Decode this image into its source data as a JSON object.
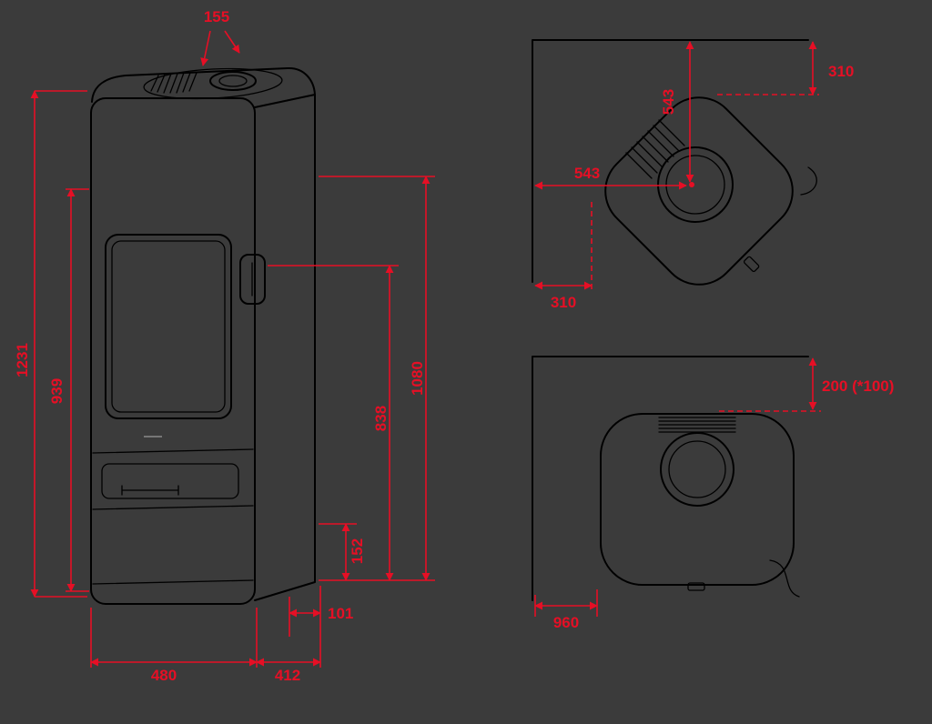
{
  "colors": {
    "background": "#3b3b3b",
    "line": "#000000",
    "dimension": "#e60f25"
  },
  "front_view": {
    "flue_diameter": "155",
    "total_height": "1231",
    "left_height": "939",
    "right_inner_height": "838",
    "right_outer_height": "1080",
    "base_height": "152",
    "bottom_offset": "101",
    "width": "480",
    "depth": "412"
  },
  "top_view": {
    "wall_to_flue_vertical": "543",
    "wall_clearance_right": "310",
    "wall_to_flue_horizontal": "543",
    "wall_clearance_bottom": "310"
  },
  "back_view": {
    "ceiling_clearance": "200 (*100)",
    "side_clearance": "960"
  }
}
